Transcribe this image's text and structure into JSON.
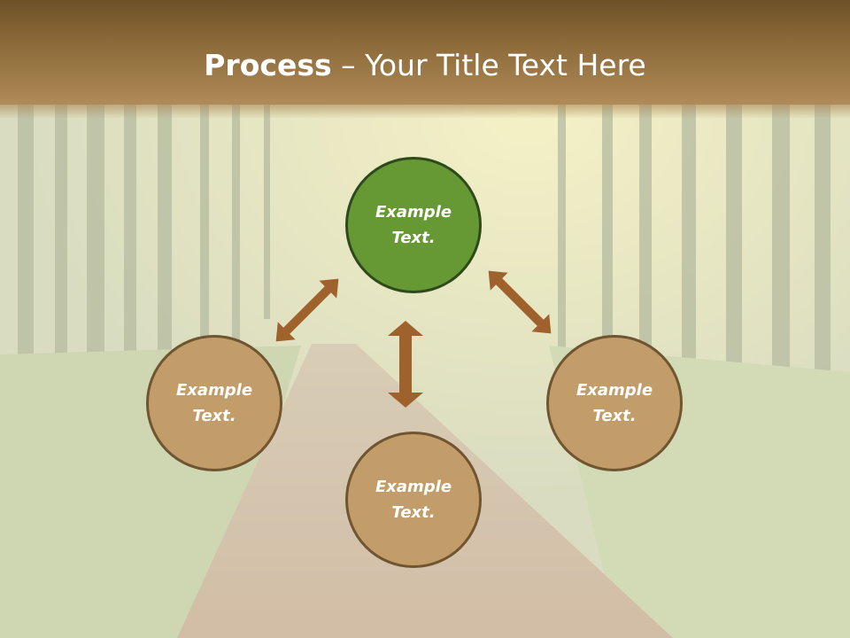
{
  "title": {
    "bold": "Process",
    "rest": " – Your Title Text Here"
  },
  "nodes": [
    {
      "label": "Example\nText."
    },
    {
      "label": "Example\nText."
    },
    {
      "label": "Example\nText."
    },
    {
      "label": "Example\nText."
    }
  ],
  "colors": {
    "header": "#8f6c3b",
    "node_center": "#669933",
    "node_outer": "#c29d6a",
    "node_border": "#6f5531",
    "arrow": "#a0622d"
  }
}
